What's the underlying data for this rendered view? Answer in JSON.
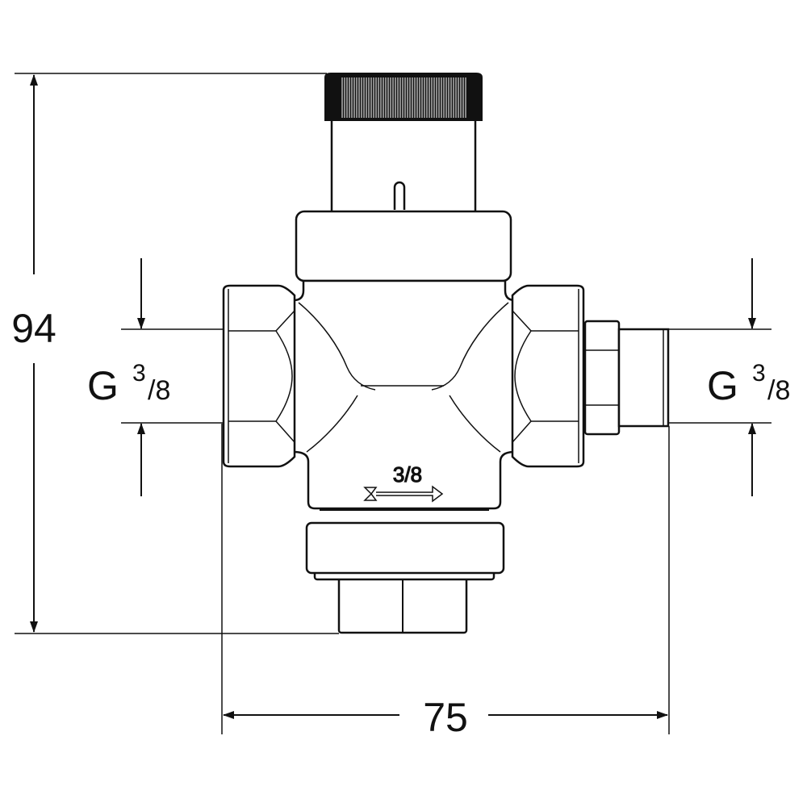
{
  "dimensions": {
    "height": "94",
    "width": "75",
    "left_thread": {
      "prefix": "G",
      "numerator": "3",
      "denominator": "/8"
    },
    "right_thread": {
      "prefix": "G",
      "numerator": "3",
      "denominator": "/8"
    }
  },
  "body_marking": {
    "size": "3/8",
    "flow_arrow": "flow-direction-arrow-icon"
  },
  "colors": {
    "line": "#111111",
    "background": "#ffffff"
  }
}
